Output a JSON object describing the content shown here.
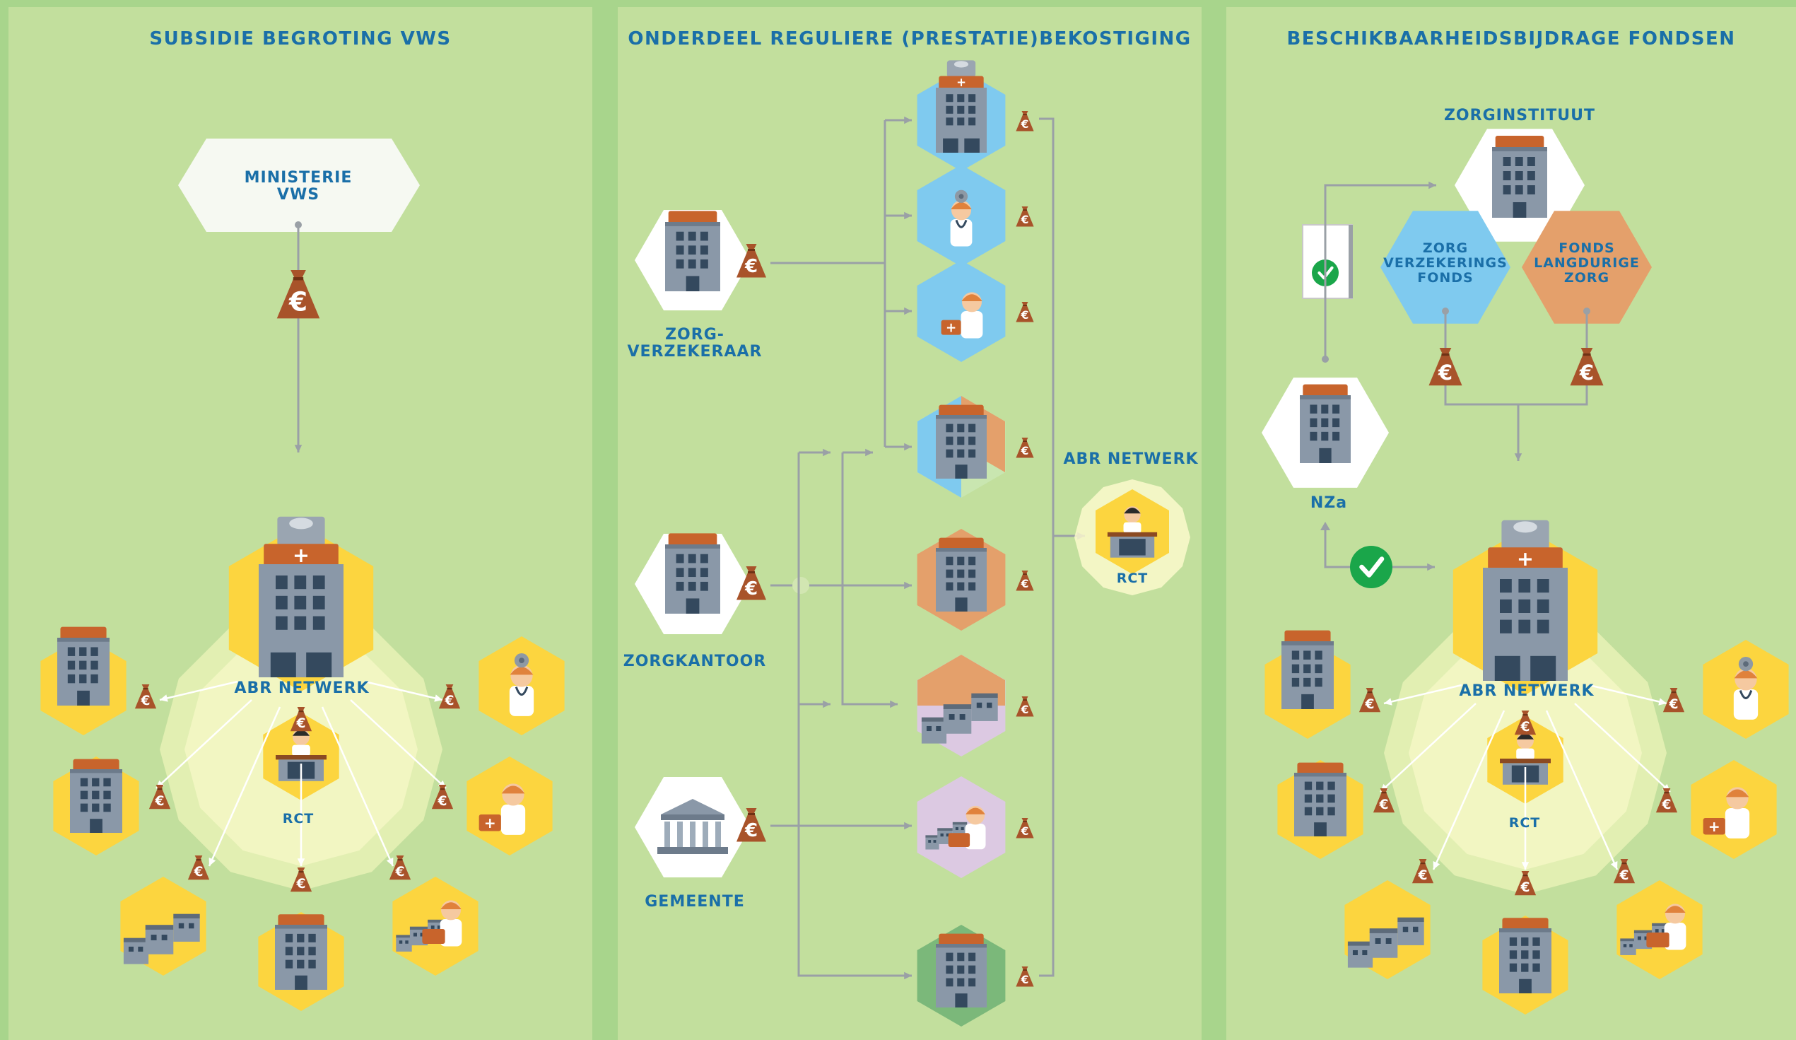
{
  "panels": [
    {
      "title": "SUBSIDIE BEGROTING VWS"
    },
    {
      "title": "ONDERDEEL REGULIERE (PRESTATIE)BEKOSTIGING"
    },
    {
      "title": "BESCHIKBAARHEIDSBIJDRAGE FONDSEN"
    }
  ],
  "left": {
    "ministerie_line1": "MINISTERIE",
    "ministerie_line2": "VWS",
    "abr_netwerk": "ABR NETWERK",
    "rct": "RCT"
  },
  "middle": {
    "zorgverzekeraar_line1": "ZORG-",
    "zorgverzekeraar_line2": "VERZEKERAAR",
    "zorgkantoor": "ZORGKANTOOR",
    "gemeente": "GEMEENTE",
    "abr_netwerk": "ABR NETWERK",
    "rct": "RCT"
  },
  "right": {
    "zorginstituut": "ZORGINSTITUUT",
    "zvf_line1": "ZORG",
    "zvf_line2": "VERZEKERINGS",
    "zvf_line3": "FONDS",
    "flz_line1": "FONDS",
    "flz_line2": "LANGDURIGE",
    "flz_line3": "ZORG",
    "nza": "NZa",
    "abr_netwerk": "ABR NETWERK",
    "rct": "RCT"
  },
  "symbols": {
    "euro": "€",
    "check": "✓"
  },
  "colors": {
    "panel_bg": "#c2df9d",
    "gutter": "#a8d58c",
    "title_blue": "#1a6fa8",
    "yellow_hex": "#fcd53f",
    "blue_hex": "#7fcaef",
    "orange_hex": "#e4a06b",
    "lilac_hex": "#dcc9e2",
    "green_hex": "#7bb87a",
    "white_hex": "#ffffff",
    "money_bag": "#a8532a",
    "building_gray": "#8a98a8",
    "roof_orange": "#c8642c",
    "arrow_gray": "#9aa0a6",
    "check_green": "#1aa64a"
  }
}
